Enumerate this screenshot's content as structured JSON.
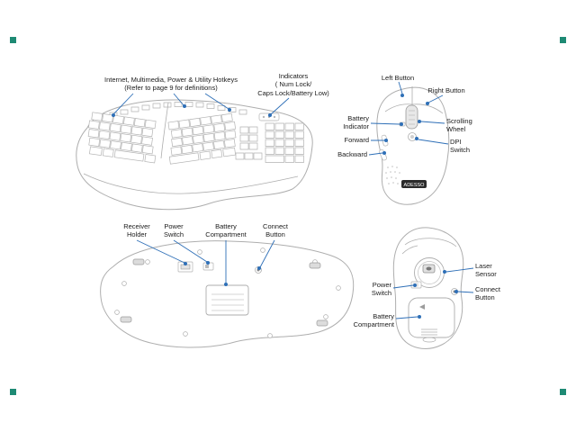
{
  "page": {
    "background": "#ffffff",
    "corner_mark_color": "#1e8a74",
    "callout_color": "#2e6fb7"
  },
  "keyboard_top": {
    "hotkeys_label": "Internet, Multimedia, Power & Utility Hotkeys\n(Refer to page 9 for definitions)",
    "indicators_label": "Indicators\n( Num Lock/\nCaps Lock/Battery Low)"
  },
  "mouse_top": {
    "left_button": "Left Button",
    "right_button": "Right Button",
    "battery_indicator": "Battery\nIndicator",
    "scrolling_wheel": "Scrolling\nWheel",
    "forward": "Forward",
    "dpi_switch": "DPI\nSwitch",
    "backward": "Backward",
    "brand": "ADESSO"
  },
  "keyboard_bottom": {
    "receiver_holder": "Receiver\nHolder",
    "power_switch": "Power\nSwitch",
    "battery_compartment": "Battery\nCompartment",
    "connect_button": "Connect\nButton"
  },
  "mouse_bottom": {
    "power_switch": "Power\nSwitch",
    "laser_sensor": "Laser\nSensor",
    "connect_button": "Connect\nButton",
    "battery_compartment": "Battery\nCompartment"
  }
}
